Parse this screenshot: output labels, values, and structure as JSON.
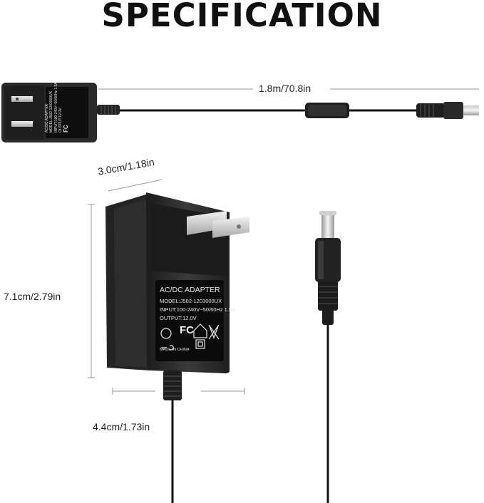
{
  "page": {
    "title": "SPECIFICATION"
  },
  "dimensions": {
    "cable_length": "1.8m/70.8in",
    "width": "3.0cm/1.18in",
    "height": "7.1cm/2.79in",
    "depth": "4.4cm/1.73in"
  },
  "adapter_label": {
    "heading": "AC/DC ADAPTER",
    "model": "MODEL:J502-1203000UX",
    "input": "INPUT:100-240V~50/60Hz 1.5A",
    "output": "OUTPUT:12.0V",
    "fc_mark": "FC",
    "made_in": "MADE IN CHINA"
  },
  "colors": {
    "body": "#2b2b2b",
    "body_dark": "#1a1a1a",
    "label_panel": "#0d0d0d",
    "prong": "#d9d9d9",
    "dimension_line": "#8a8a8a"
  },
  "icons": [
    "ul-mark-icon",
    "fc-mark-icon",
    "house-icon",
    "crossed-bin-icon",
    "double-square-icon",
    "polarity-icon"
  ]
}
